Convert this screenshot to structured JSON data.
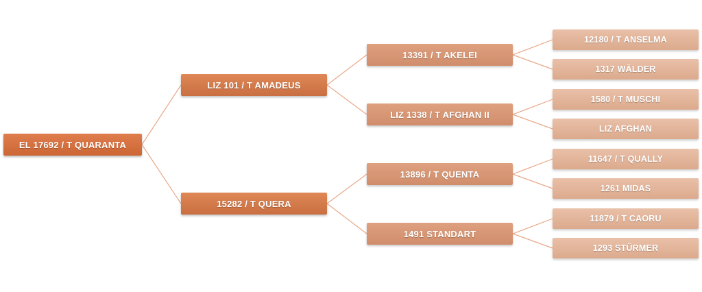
{
  "pedigree": {
    "name": "EL 17692 / T QUARANTA",
    "sire": {
      "name": "LIZ 101 / T AMADEUS",
      "sire": {
        "name": "13391 / T AKELEI",
        "sire": {
          "name": "12180 / T ANSELMA"
        },
        "dam": {
          "name": "1317 WÄLDER"
        }
      },
      "dam": {
        "name": "LIZ 1338 / T AFGHAN II",
        "sire": {
          "name": "1580 / T MUSCHI"
        },
        "dam": {
          "name": "LIZ AFGHAN"
        }
      }
    },
    "dam": {
      "name": "15282 / T QUERA",
      "sire": {
        "name": "13896 / T QUENTA",
        "sire": {
          "name": "11647 / T QUALLY"
        },
        "dam": {
          "name": "1261 MIDAS"
        }
      },
      "dam": {
        "name": "1491 STANDART",
        "sire": {
          "name": "11879 / T CAORU"
        },
        "dam": {
          "name": "1293 STÜRMER"
        }
      }
    }
  },
  "colors": {
    "generation_1": "#d4703f",
    "generation_2": "#d27b4c",
    "generation_3": "#d89776",
    "generation_4": "#e3b59a",
    "connector": "#e8a888"
  }
}
